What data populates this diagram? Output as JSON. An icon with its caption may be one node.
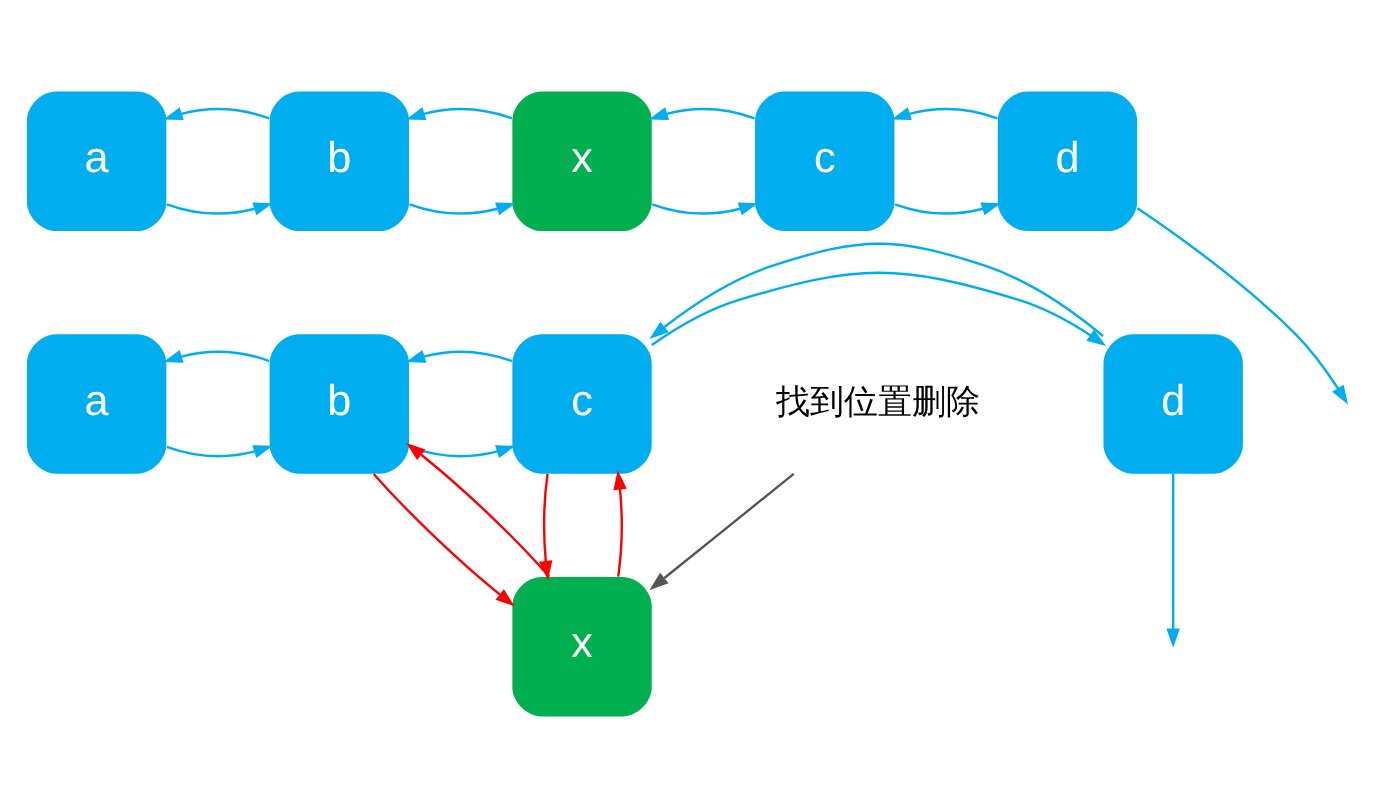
{
  "diagram": {
    "nodes": [
      {
        "text": [
          "a"
        ]
      },
      {
        "text": [
          "b"
        ]
      },
      {
        "text": [
          "x"
        ]
      },
      {
        "text": [
          "c"
        ]
      },
      {
        "text": [
          "d"
        ]
      },
      {
        "text": [
          "a"
        ]
      },
      {
        "text": [
          "b"
        ]
      },
      {
        "text": [
          "c"
        ]
      },
      {
        "text": [
          "d"
        ]
      },
      {
        "text": [
          "x"
        ]
      },
      {
        "text": [
          "找到位置删除"
        ]
      }
    ],
    "edges": [
      {
        "from": 0,
        "to": 1,
        "arrow": "to"
      },
      {
        "from": 1,
        "to": 0,
        "arrow": "to"
      },
      {
        "from": 1,
        "to": 2,
        "arrow": "to"
      },
      {
        "from": 2,
        "to": 1,
        "arrow": "to"
      },
      {
        "from": 2,
        "to": 3,
        "arrow": "to"
      },
      {
        "from": 3,
        "to": 2,
        "arrow": "to"
      },
      {
        "from": 3,
        "to": 4,
        "arrow": "to"
      },
      {
        "from": 4,
        "to": 3,
        "arrow": "to"
      },
      {
        "from": 4,
        "to": null,
        "arrow": "to"
      },
      {
        "from": 5,
        "to": 6,
        "arrow": "to"
      },
      {
        "from": 6,
        "to": 5,
        "arrow": "to"
      },
      {
        "from": 6,
        "to": 7,
        "arrow": "to"
      },
      {
        "from": 7,
        "to": 6,
        "arrow": "to"
      },
      {
        "from": 7,
        "to": 8,
        "arrow": "to"
      },
      {
        "from": 8,
        "to": 7,
        "arrow": "to"
      },
      {
        "from": 8,
        "to": null,
        "arrow": "to"
      },
      {
        "from": 6,
        "to": 9,
        "arrow": "to",
        "color": "#ff0000"
      },
      {
        "from": 9,
        "to": 6,
        "arrow": "to",
        "color": "#ff0000"
      },
      {
        "from": 9,
        "to": 7,
        "arrow": "to",
        "color": "#ff0000"
      },
      {
        "from": 7,
        "to": 9,
        "arrow": "to",
        "color": "#ff0000"
      },
      {
        "from": 10,
        "to": 9,
        "arrow": "to",
        "color": "#555555"
      }
    ]
  }
}
